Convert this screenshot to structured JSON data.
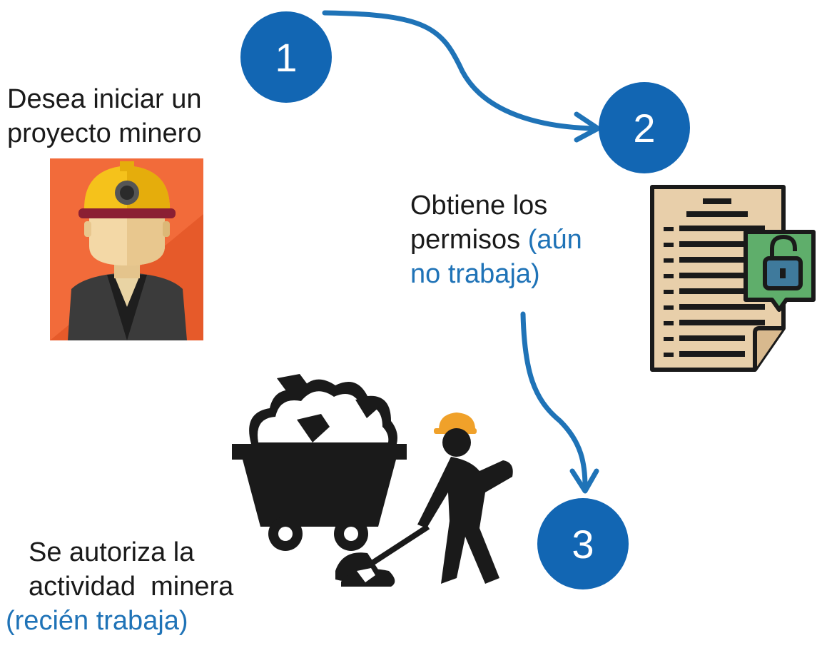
{
  "steps": [
    {
      "number": "1",
      "lines": [
        "Desea iniciar un",
        "proyecto minero"
      ],
      "note": ""
    },
    {
      "number": "2",
      "lines": [
        "Obtiene los",
        "permisos"
      ],
      "note_inline": "(aún",
      "note_line": "no trabaja)"
    },
    {
      "number": "3",
      "lines": [
        "Se autoriza la",
        "actividad  minera"
      ],
      "note": "(recién trabaja)"
    }
  ],
  "colors": {
    "circle": "#1266b3",
    "arrow": "#1f73b7",
    "note_text": "#1f73b7"
  },
  "icons": [
    "miner-avatar-icon",
    "locked-permit-document-icon",
    "mine-cart-worker-icon"
  ]
}
